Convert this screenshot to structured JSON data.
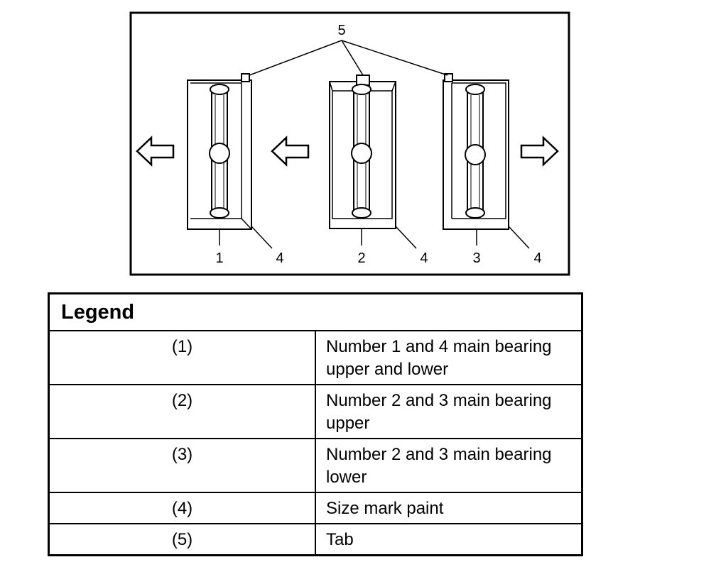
{
  "diagram": {
    "callouts": {
      "tab": "5",
      "bearing_1": "1",
      "bearing_2": "2",
      "bearing_3": "3",
      "paint_a": "4",
      "paint_b": "4",
      "paint_c": "4"
    },
    "arrows": [
      "left",
      "left",
      "right"
    ]
  },
  "legend": {
    "title": "Legend",
    "rows": [
      {
        "id": "(1)",
        "text": "Number 1 and 4 main bearing upper and lower"
      },
      {
        "id": "(2)",
        "text": "Number 2 and 3 main bearing upper"
      },
      {
        "id": "(3)",
        "text": "Number 2 and 3 main bearing lower"
      },
      {
        "id": "(4)",
        "text": "Size mark paint"
      },
      {
        "id": "(5)",
        "text": "Tab"
      }
    ]
  }
}
